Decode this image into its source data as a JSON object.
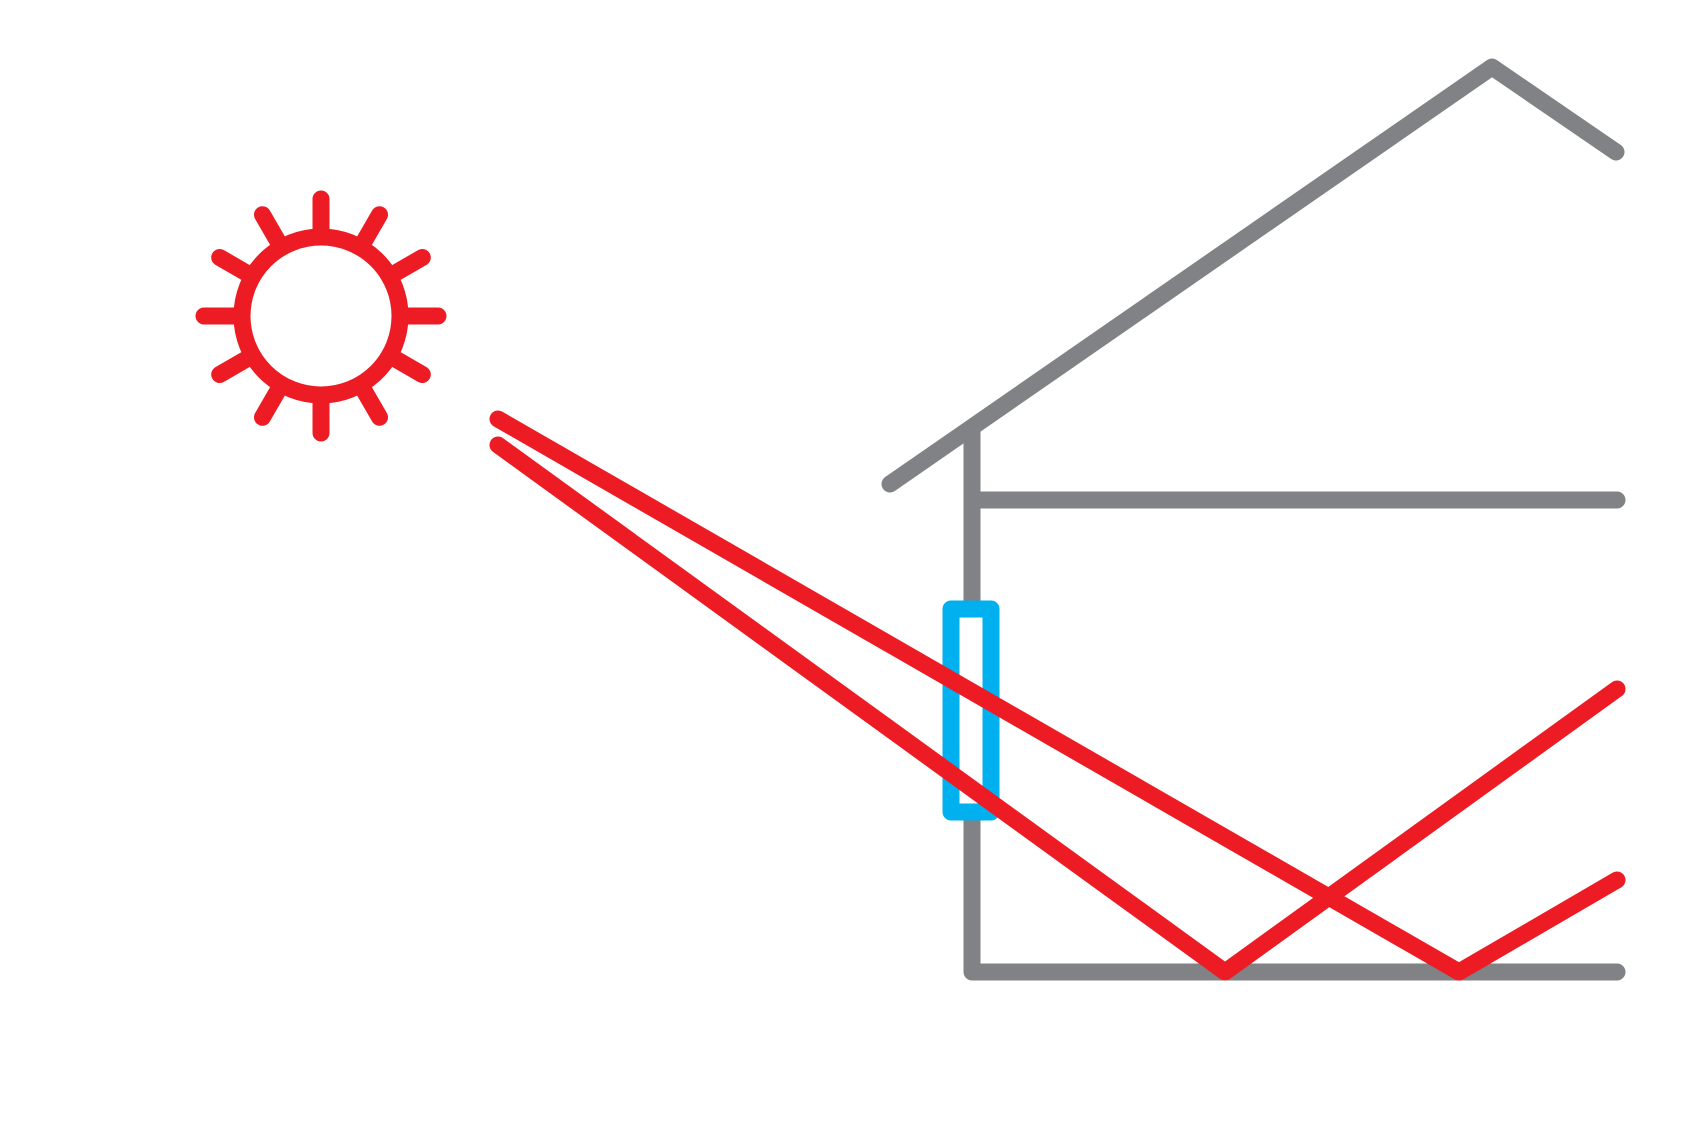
{
  "diagram": {
    "colors": {
      "background": "#ffffff",
      "house": "#818285",
      "light": "#ed1c24",
      "window": "#00b0ef"
    },
    "elements": [
      {
        "id": "sun",
        "icon": "sun-icon"
      },
      {
        "id": "house",
        "icon": "house-outline"
      },
      {
        "id": "window",
        "icon": "window-pane"
      },
      {
        "id": "light-rays",
        "count": 2
      }
    ]
  }
}
